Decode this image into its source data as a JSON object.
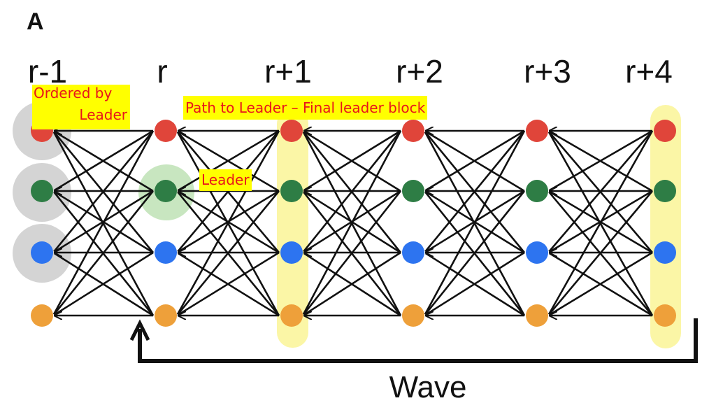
{
  "panel_label": "A",
  "rounds": [
    "r-1",
    "r",
    "r+1",
    "r+2",
    "r+3",
    "r+4"
  ],
  "annotations": {
    "ordered_by_leader_line1": "Ordered by",
    "ordered_by_leader_line2": "Leader",
    "path_to_leader": "Path to Leader – Final leader block",
    "leader": "Leader"
  },
  "wave_label": "Wave",
  "colors": {
    "node_red": "#e0453a",
    "node_green": "#2e7d45",
    "node_blue": "#2d74f0",
    "node_orange": "#eea03a",
    "ordered_halo": "#d4d4d4",
    "leader_halo": "#c8e6c0",
    "highlight_column": "#fbf6a6",
    "edge": "#111111",
    "callout_bg": "#ffff00",
    "callout_text": "#e8141b"
  }
}
